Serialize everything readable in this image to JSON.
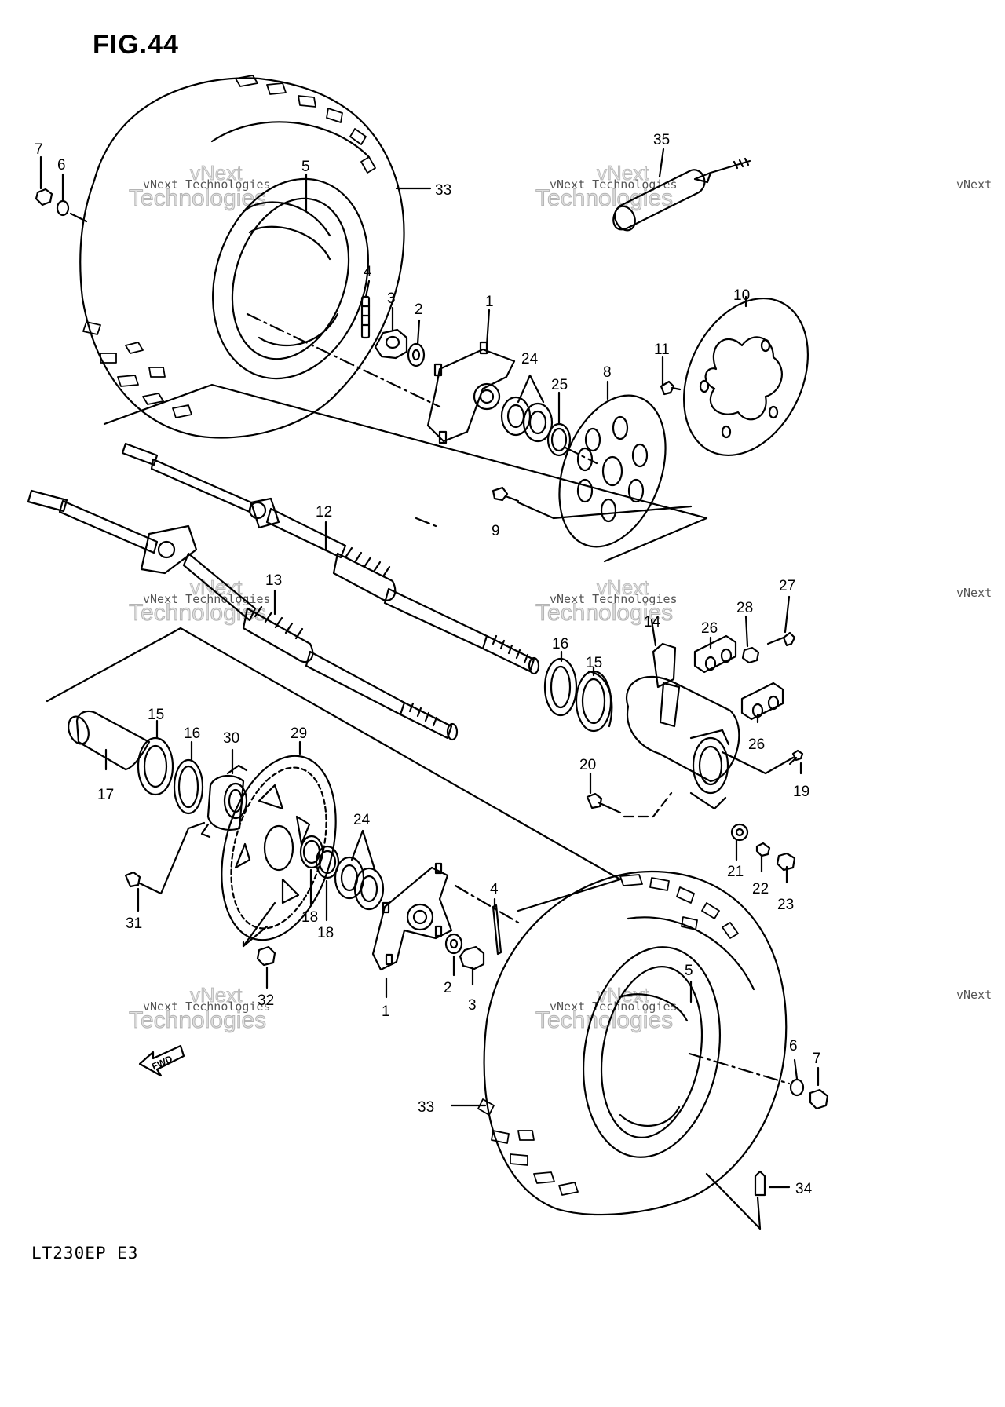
{
  "figure": {
    "title": "FIG.44",
    "model_code": "LT230EP E3",
    "fwd_label": "FWD"
  },
  "watermark": {
    "line_top": "vNext",
    "line_mid": "vNext Technologies",
    "line_big": "Technologies"
  },
  "callouts": [
    "1",
    "2",
    "3",
    "4",
    "5",
    "6",
    "7",
    "8",
    "9",
    "10",
    "11",
    "12",
    "13",
    "14",
    "15",
    "16",
    "17",
    "18",
    "19",
    "20",
    "21",
    "22",
    "23",
    "24",
    "25",
    "26",
    "27",
    "28",
    "29",
    "30",
    "31",
    "32",
    "33",
    "34",
    "35"
  ],
  "labels": [
    {
      "id": "7a",
      "text": "7"
    },
    {
      "id": "6a",
      "text": "6"
    },
    {
      "id": "5a",
      "text": "5"
    },
    {
      "id": "33a",
      "text": "33"
    },
    {
      "id": "35",
      "text": "35"
    },
    {
      "id": "4a",
      "text": "4"
    },
    {
      "id": "3a",
      "text": "3"
    },
    {
      "id": "2a",
      "text": "2"
    },
    {
      "id": "1a",
      "text": "1"
    },
    {
      "id": "24a",
      "text": "24"
    },
    {
      "id": "25",
      "text": "25"
    },
    {
      "id": "8",
      "text": "8"
    },
    {
      "id": "11",
      "text": "11"
    },
    {
      "id": "10",
      "text": "10"
    },
    {
      "id": "9",
      "text": "9"
    },
    {
      "id": "12",
      "text": "12"
    },
    {
      "id": "13",
      "text": "13"
    },
    {
      "id": "27",
      "text": "27"
    },
    {
      "id": "28",
      "text": "28"
    },
    {
      "id": "26a",
      "text": "26"
    },
    {
      "id": "14",
      "text": "14"
    },
    {
      "id": "16a",
      "text": "16"
    },
    {
      "id": "15a",
      "text": "15"
    },
    {
      "id": "26b",
      "text": "26"
    },
    {
      "id": "19",
      "text": "19"
    },
    {
      "id": "20",
      "text": "20"
    },
    {
      "id": "15b",
      "text": "15"
    },
    {
      "id": "16b",
      "text": "16"
    },
    {
      "id": "30",
      "text": "30"
    },
    {
      "id": "29",
      "text": "29"
    },
    {
      "id": "17",
      "text": "17"
    },
    {
      "id": "24b",
      "text": "24"
    },
    {
      "id": "21",
      "text": "21"
    },
    {
      "id": "22",
      "text": "22"
    },
    {
      "id": "23",
      "text": "23"
    },
    {
      "id": "31",
      "text": "31"
    },
    {
      "id": "18a",
      "text": "18"
    },
    {
      "id": "18b",
      "text": "18"
    },
    {
      "id": "4b",
      "text": "4"
    },
    {
      "id": "2b",
      "text": "2"
    },
    {
      "id": "3b",
      "text": "3"
    },
    {
      "id": "1b",
      "text": "1"
    },
    {
      "id": "32",
      "text": "32"
    },
    {
      "id": "5b",
      "text": "5"
    },
    {
      "id": "6b",
      "text": "6"
    },
    {
      "id": "7b",
      "text": "7"
    },
    {
      "id": "33b",
      "text": "33"
    },
    {
      "id": "34",
      "text": "34"
    }
  ]
}
